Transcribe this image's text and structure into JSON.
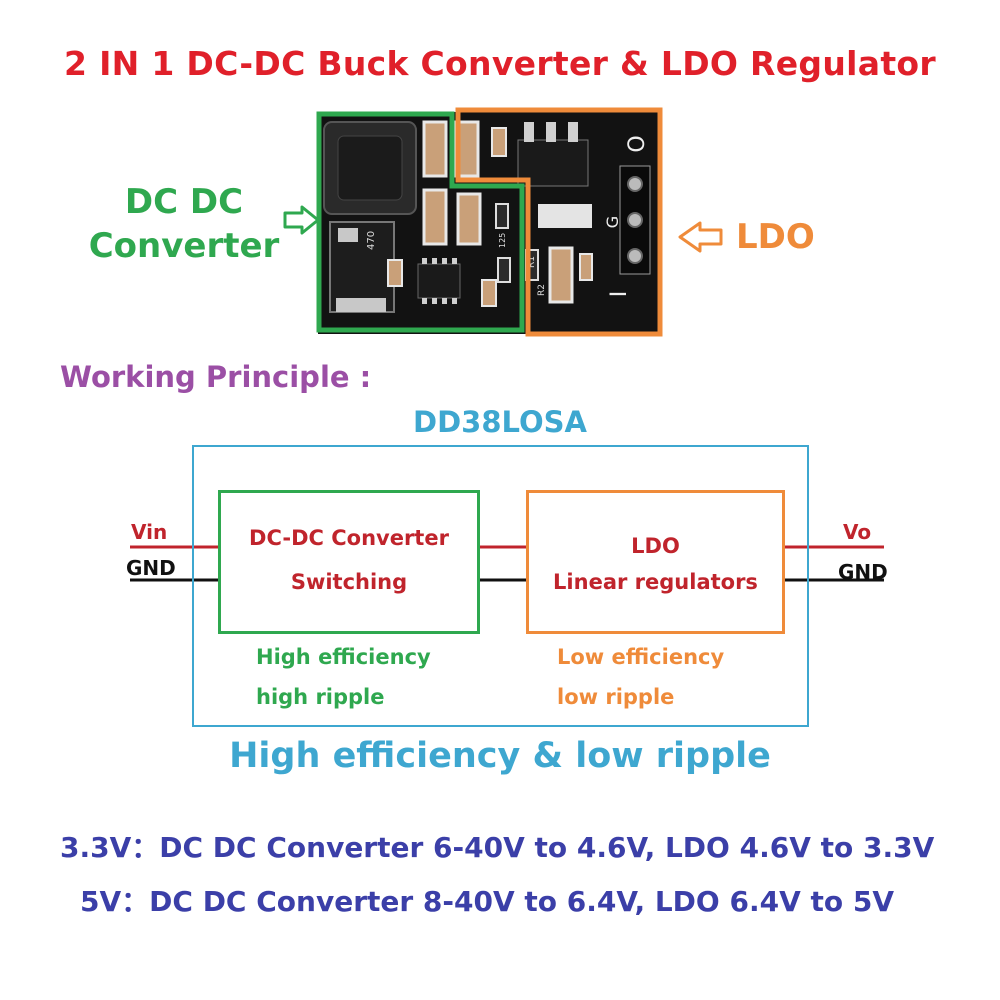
{
  "title": "2 IN 1 DC-DC Buck Converter & LDO Regulator",
  "callouts": {
    "dcdc_line1": "DC DC",
    "dcdc_line2": "Converter",
    "ldo": "LDO"
  },
  "pcb": {
    "mark_470": "470",
    "mark_125": "125",
    "mark_r1": "R1",
    "mark_r2": "R2",
    "pin_o": "O",
    "pin_g": "G",
    "pin_i": "I"
  },
  "diagram": {
    "heading": "Working Principle :",
    "model": "DD38LOSA",
    "vin": "Vin",
    "gnd_in": "GND",
    "vo": "Vo",
    "gnd_out": "GND",
    "stage1": {
      "line1": "DC-DC Converter",
      "line2": "Switching"
    },
    "stage2": {
      "line1": "LDO",
      "line2": "Linear regulators"
    },
    "stage1_note": {
      "line1": "High efficiency",
      "line2": "high ripple"
    },
    "stage2_note": {
      "line1": "Low efficiency",
      "line2": "low ripple"
    },
    "tagline": "High efficiency & low ripple"
  },
  "specs": [
    "3.3V：DC DC Converter 6-40V to 4.6V, LDO 4.6V to 3.3V",
    "5V：DC DC Converter 8-40V to 6.4V, LDO 6.4V to 5V"
  ],
  "colors": {
    "title_red": "#e0202a",
    "dcdc_green": "#2fa84f",
    "ldo_orange": "#ef8b3a",
    "outline_blue": "#3ea7d0",
    "purple": "#9b4fa5",
    "stage_red": "#c0242c",
    "spec_blue": "#3b3fa8",
    "pcb_black": "#121212"
  }
}
